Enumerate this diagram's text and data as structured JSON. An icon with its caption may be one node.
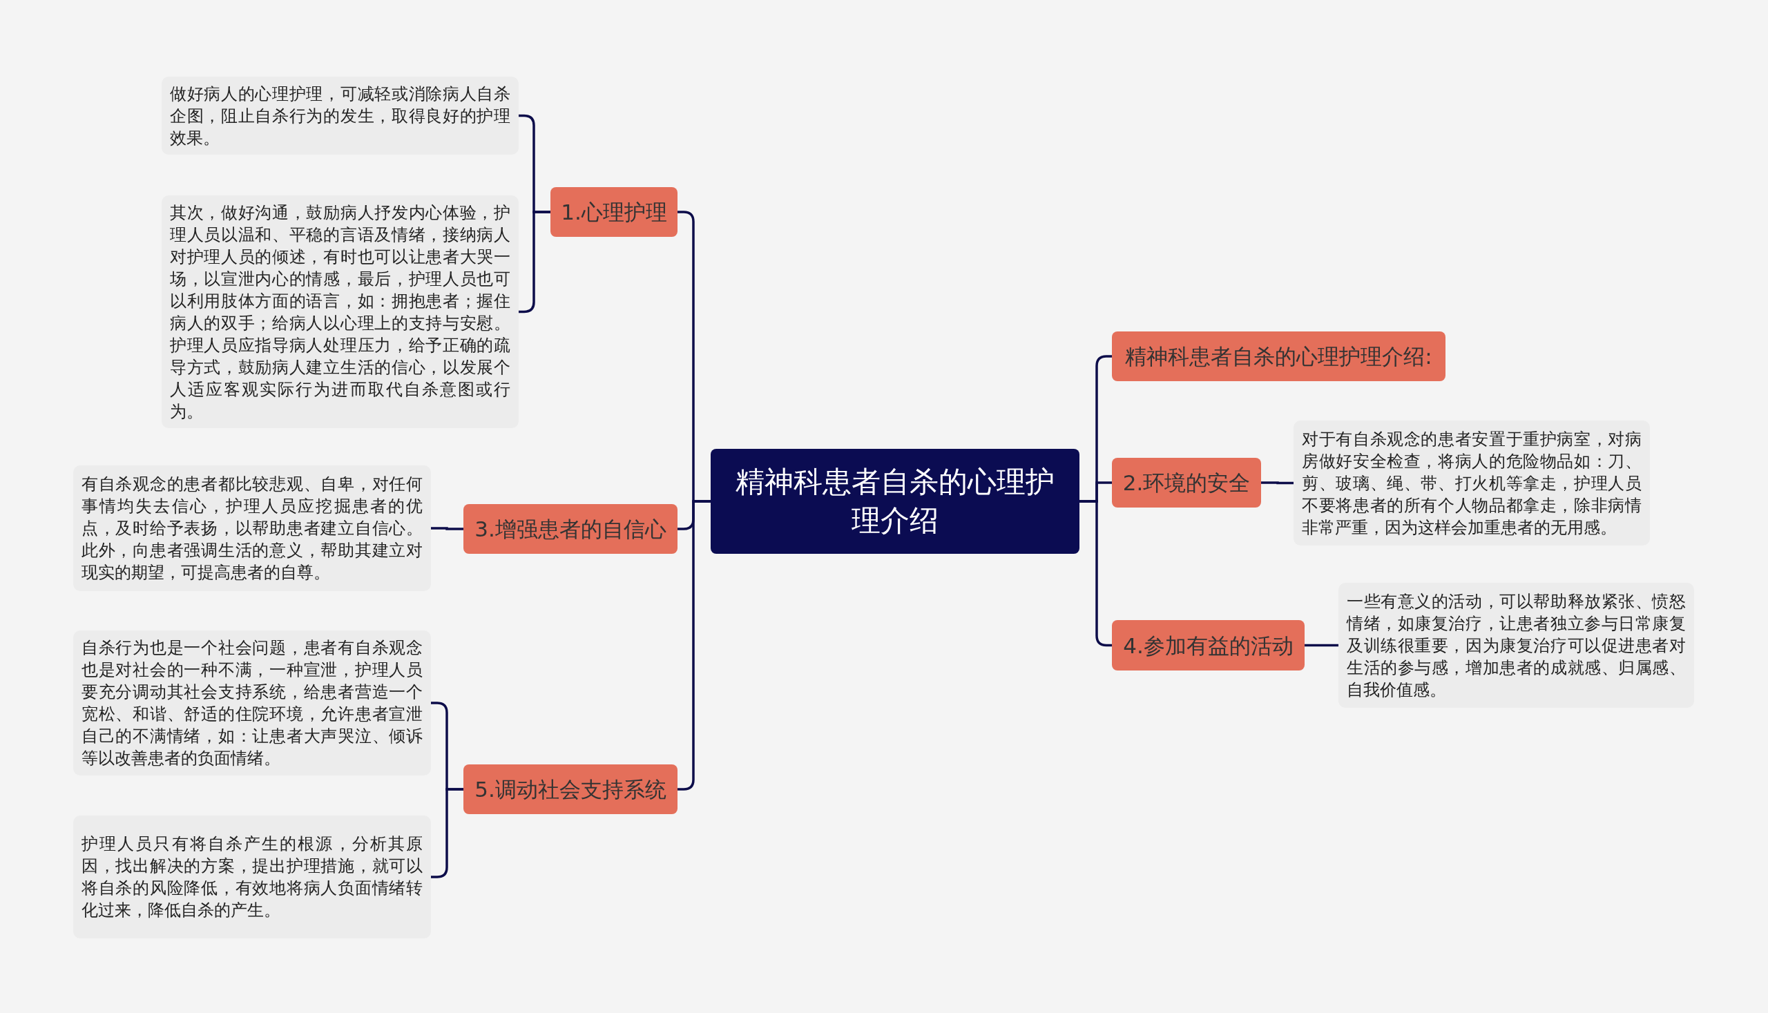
{
  "diagram": {
    "nodes": [
      {
        "text": [
          "精神科患者自杀的心理护理介绍"
        ]
      },
      {
        "text": [
          "1.心理护理"
        ]
      },
      {
        "text": [
          "做好病人的心理护理，可减轻或消除病人自杀企图，阻止自杀行为的发生，取得良好的护理效果。"
        ]
      },
      {
        "text": [
          "其次，做好沟通，鼓励病人抒发内心体验，护理人员以温和、平稳的言语及情绪，接纳病人对护理人员的倾述，有时也可以让患者大哭一场，以宣泄内心的情感，最后，护理人员也可以利用肢体方面的语言，如：拥抱患者；握住病人的双手；给病人以心理上的支持与安慰。护理人员应指导病人处理压力，给予正确的疏导方式，鼓励病人建立生活的信心，以发展个人适应客观实际行为进而取代自杀意图或行为。"
        ]
      },
      {
        "text": [
          "3.增强患者的自信心"
        ]
      },
      {
        "text": [
          "有自杀观念的患者都比较悲观、自卑，对任何事情均失去信心，护理人员应挖掘患者的优点，及时给予表扬，以帮助患者建立自信心。此外，向患者强调生活的意义，帮助其建立对现实的期望，可提高患者的自尊。"
        ]
      },
      {
        "text": [
          "5.调动社会支持系统"
        ]
      },
      {
        "text": [
          "自杀行为也是一个社会问题，患者有自杀观念也是对社会的一种不满，一种宣泄，护理人员要充分调动其社会支持系统，给患者营造一个宽松、和谐、舒适的住院环境，允许患者宣泄自己的不满情绪，如：让患者大声哭泣、倾诉等以改善患者的负面情绪。"
        ]
      },
      {
        "text": [
          "护理人员只有将自杀产生的根源，分析其原因，找出解决的方案，提出护理措施，就可以将自杀的风险降低，有效地将病人负面情绪转化过来，降低自杀的产生。"
        ]
      },
      {
        "text": [
          "精神科患者自杀的心理护理介绍:"
        ]
      },
      {
        "text": [
          "2.环境的安全"
        ]
      },
      {
        "text": [
          "对于有自杀观念的患者安置于重护病室，对病房做好安全检查，将病人的危险物品如：刀、剪、玻璃、绳、带、打火机等拿走，护理人员不要将患者的所有个人物品都拿走，除非病情非常严重，因为这样会加重患者的无用感。"
        ]
      },
      {
        "text": [
          "4.参加有益的活动"
        ]
      },
      {
        "text": [
          "一些有意义的活动，可以帮助释放紧张、愤怒情绪，如康复治疗，让患者独立参与日常康复及训练很重要，因为康复治疗可以促进患者对生活的参与感，增加患者的成就感、归属感、自我价值感。"
        ]
      }
    ],
    "edges": [
      {
        "from": 0,
        "to": 1,
        "arrow": "none"
      },
      {
        "from": 1,
        "to": 2,
        "arrow": "none"
      },
      {
        "from": 1,
        "to": 3,
        "arrow": "none"
      },
      {
        "from": 0,
        "to": 4,
        "arrow": "none"
      },
      {
        "from": 4,
        "to": 5,
        "arrow": "none"
      },
      {
        "from": 0,
        "to": 6,
        "arrow": "none"
      },
      {
        "from": 6,
        "to": 7,
        "arrow": "none"
      },
      {
        "from": 6,
        "to": 8,
        "arrow": "none"
      },
      {
        "from": 0,
        "to": 9,
        "arrow": "none"
      },
      {
        "from": 0,
        "to": 10,
        "arrow": "none"
      },
      {
        "from": 10,
        "to": 11,
        "arrow": "none"
      },
      {
        "from": 0,
        "to": 12,
        "arrow": "none"
      },
      {
        "from": 12,
        "to": 13,
        "arrow": "none"
      }
    ]
  }
}
